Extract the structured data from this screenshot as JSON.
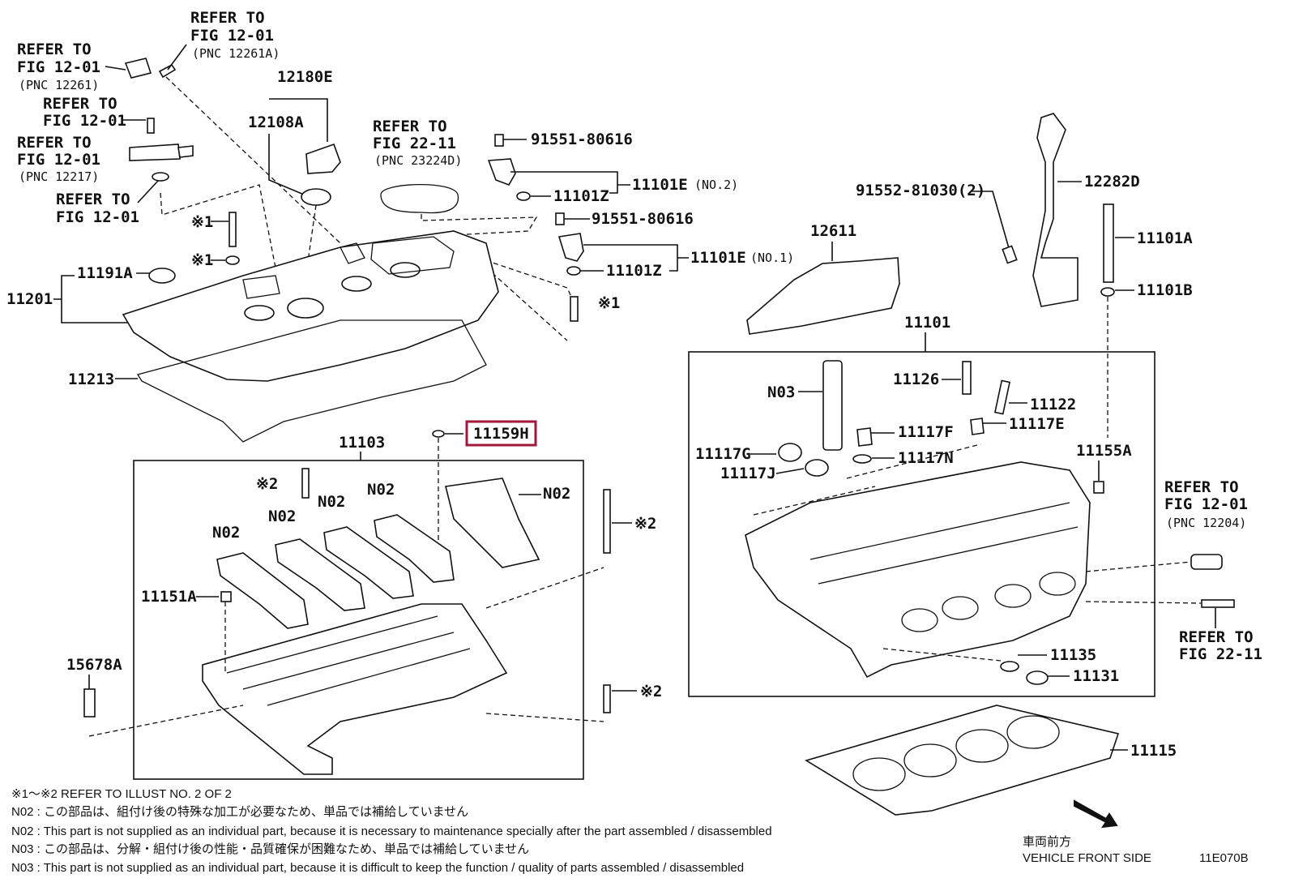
{
  "labels": {
    "ref1_a": "REFER TO",
    "ref1_b": "FIG 12-01",
    "ref1_c": "(PNC 12261A)",
    "ref2_a": "REFER TO",
    "ref2_b": "FIG 12-01",
    "ref2_c": "(PNC 12261)",
    "ref3_a": "REFER TO",
    "ref3_b": "FIG 12-01",
    "ref4_a": "REFER TO",
    "ref4_b": "FIG 12-01",
    "ref4_c": "(PNC 12217)",
    "ref5_a": "REFER TO",
    "ref5_b": "FIG 12-01",
    "ref6_a": "REFER TO",
    "ref6_b": "FIG 22-11",
    "ref6_c": "(PNC 23224D)",
    "ref7_a": "REFER TO",
    "ref7_b": "FIG 12-01",
    "ref7_c": "(PNC 12204)",
    "ref8_a": "REFER TO",
    "ref8_b": "FIG 22-11",
    "p12180E": "12180E",
    "p12108A": "12108A",
    "p91551a": "91551-80616",
    "p91551b": "91551-80616",
    "p11101Z_a": "11101Z",
    "p11101Z_b": "11101Z",
    "p11101E_2": "11101E",
    "p11101E_2s": "(NO.2)",
    "p11101E_1": "11101E",
    "p11101E_1s": "(NO.1)",
    "mark1a": "※1",
    "mark1b": "※1",
    "mark1c": "※1",
    "p11191A": "11191A",
    "p11201": "11201",
    "p11213": "11213",
    "p11159H": "11159H",
    "p11103": "11103",
    "mark2a": "※2",
    "mark2b": "※2",
    "mark2c": "※2",
    "n02a": "N02",
    "n02b": "N02",
    "n02c": "N02",
    "n02d": "N02",
    "n02e": "N02",
    "p11151A": "11151A",
    "p15678A": "15678A",
    "p91552": "91552-81030(2)",
    "p12282D": "12282D",
    "p12611": "12611",
    "p11101A": "11101A",
    "p11101B": "11101B",
    "p11101": "11101",
    "n03": "N03",
    "p11126": "11126",
    "p11122": "11122",
    "p11117F": "11117F",
    "p11117E": "11117E",
    "p11117G": "11117G",
    "p11117J": "11117J",
    "p11117N": "11117N",
    "p11155A": "11155A",
    "p11135": "11135",
    "p11131": "11131",
    "p11115": "11115"
  },
  "notes": {
    "line1": "※1～※2  REFER TO ILLUST NO. 2 OF 2",
    "line2": "N02 : この部品は、組付け後の特殊な加工が必要なため、単品では補給していません",
    "line3": "N02 : This part is not supplied as an individual part, because it is necessary to maintenance specially after the part assembled / disassembled",
    "line4": "N03 : この部品は、分解・組付け後の性能・品質確保が困難なため、単品では補給していません",
    "line5": "N03 : This part is not supplied as an individual part, because it is difficult to keep the function / quality of parts  assembled / disassembled"
  },
  "front": {
    "jp": "車両前方",
    "en": "VEHICLE FRONT SIDE"
  },
  "code": "11E070B",
  "colors": {
    "highlight": "#a0183c",
    "ink": "#111111"
  }
}
